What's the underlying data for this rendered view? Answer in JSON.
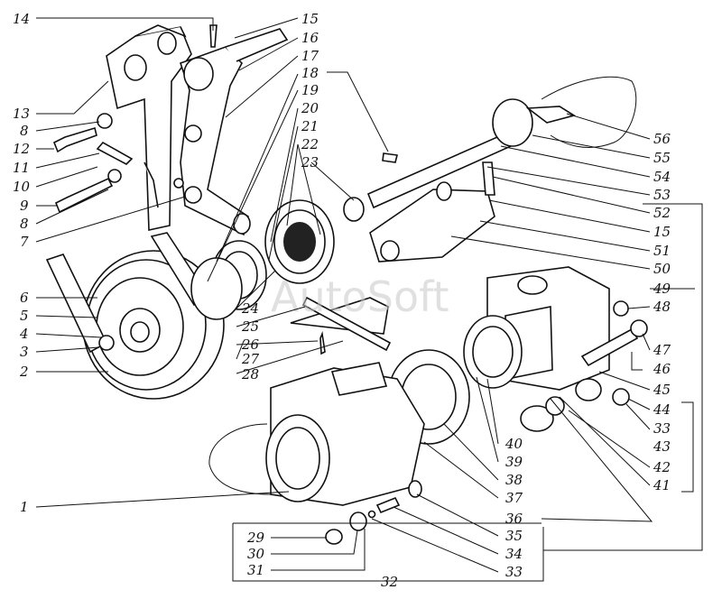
{
  "watermark": "AutoSoft",
  "labels_left": [
    "14",
    "13",
    "8",
    "12",
    "11",
    "10",
    "9",
    "8",
    "7",
    "6",
    "5",
    "4",
    "3",
    "2",
    "1"
  ],
  "labels_top_middle": [
    "15",
    "16",
    "17",
    "18",
    "19",
    "20",
    "21",
    "22",
    "23"
  ],
  "labels_right": [
    "56",
    "55",
    "54",
    "53",
    "52",
    "15",
    "51",
    "50",
    "49",
    "48",
    "47",
    "46",
    "45",
    "44",
    "33",
    "43",
    "42",
    "41"
  ],
  "labels_center": [
    "24",
    "25",
    "26",
    "27",
    "28",
    "40",
    "39",
    "38",
    "37",
    "36",
    "35",
    "34",
    "33"
  ],
  "labels_bottom": [
    "29",
    "30",
    "31",
    "32"
  ]
}
